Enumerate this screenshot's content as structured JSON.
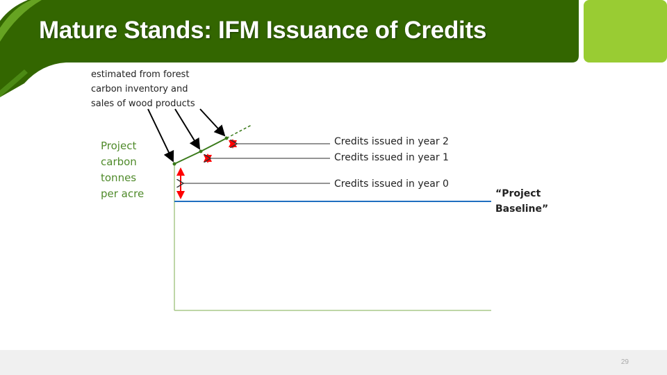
{
  "title": "Mature Stands: IFM Issuance of Credits",
  "annotation": [
    "estimated from forest",
    "carbon inventory and",
    "sales of wood products"
  ],
  "y_axis_label": [
    "Project",
    "carbon",
    "tonnes",
    "per acre"
  ],
  "labels": {
    "year2": "Credits issued in year 2",
    "year1": "Credits issued in year 1",
    "year0": "Credits issued in year 0"
  },
  "baseline_label": [
    "“Project",
    "Baseline”"
  ],
  "page_number": "29",
  "colors": {
    "header": "#336600",
    "accent": "#99cc33",
    "project_line": "#3a7a1a",
    "baseline": "#1f6fc0",
    "credit_arrow": "#ff0000"
  }
}
